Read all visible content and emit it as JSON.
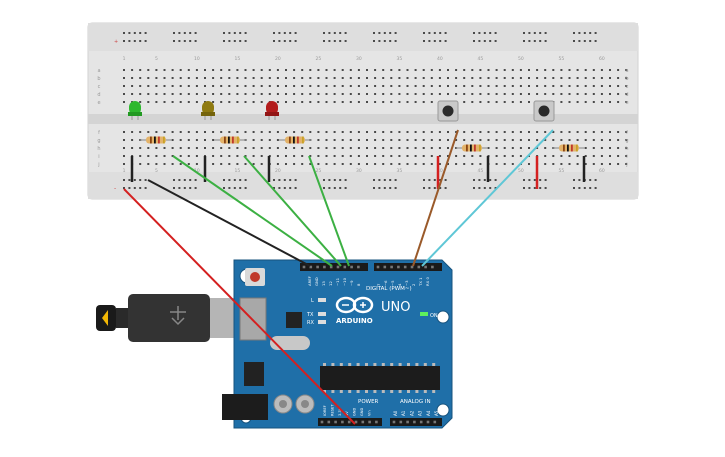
{
  "breadboard": {
    "column_labels": [
      "1",
      "5",
      "10",
      "15",
      "20",
      "25",
      "30",
      "35",
      "40",
      "45",
      "50",
      "55",
      "60"
    ],
    "row_labels_top": [
      "a",
      "b",
      "c",
      "d",
      "e"
    ],
    "row_labels_bottom": [
      "f",
      "g",
      "h",
      "i",
      "j"
    ],
    "rail_plus": "+",
    "rail_minus": "-"
  },
  "leds": [
    {
      "name": "led-green",
      "color": "#2eb82e"
    },
    {
      "name": "led-yellow",
      "color": "#8f7a10"
    },
    {
      "name": "led-red",
      "color": "#b31d1d"
    }
  ],
  "arduino": {
    "brand": "ARDUINO",
    "model": "UNO",
    "digital_label": "DIGITAL (PWM~)",
    "power_label": "POWER",
    "analog_label": "ANALOG IN",
    "on_label": "ON",
    "tx_label": "TX",
    "rx_label": "RX",
    "l_label": "L",
    "reset_label": "RESET",
    "ioref_label": "IOREF",
    "pin_aref": "AREF",
    "pin_gnd": "GND",
    "digital_pins": [
      "13",
      "12",
      "~11",
      "~10",
      "~9",
      "8",
      "7",
      "~6",
      "~5",
      "4",
      "~3",
      "2",
      "TX 1",
      "RX 0"
    ],
    "power_pins": [
      "IOREF",
      "RESET",
      "3.3V",
      "5V",
      "GND",
      "GND",
      "Vin"
    ],
    "analog_pins": [
      "A0",
      "A1",
      "A2",
      "A3",
      "A4",
      "A5"
    ]
  },
  "colors": {
    "board": "#1f6fa8",
    "breadboard": "#e6e6e6",
    "wire_green": "#3cb043",
    "wire_black": "#222222",
    "wire_red": "#d42020",
    "wire_brown": "#9a5a2a",
    "wire_cyan": "#5fc7d6"
  }
}
